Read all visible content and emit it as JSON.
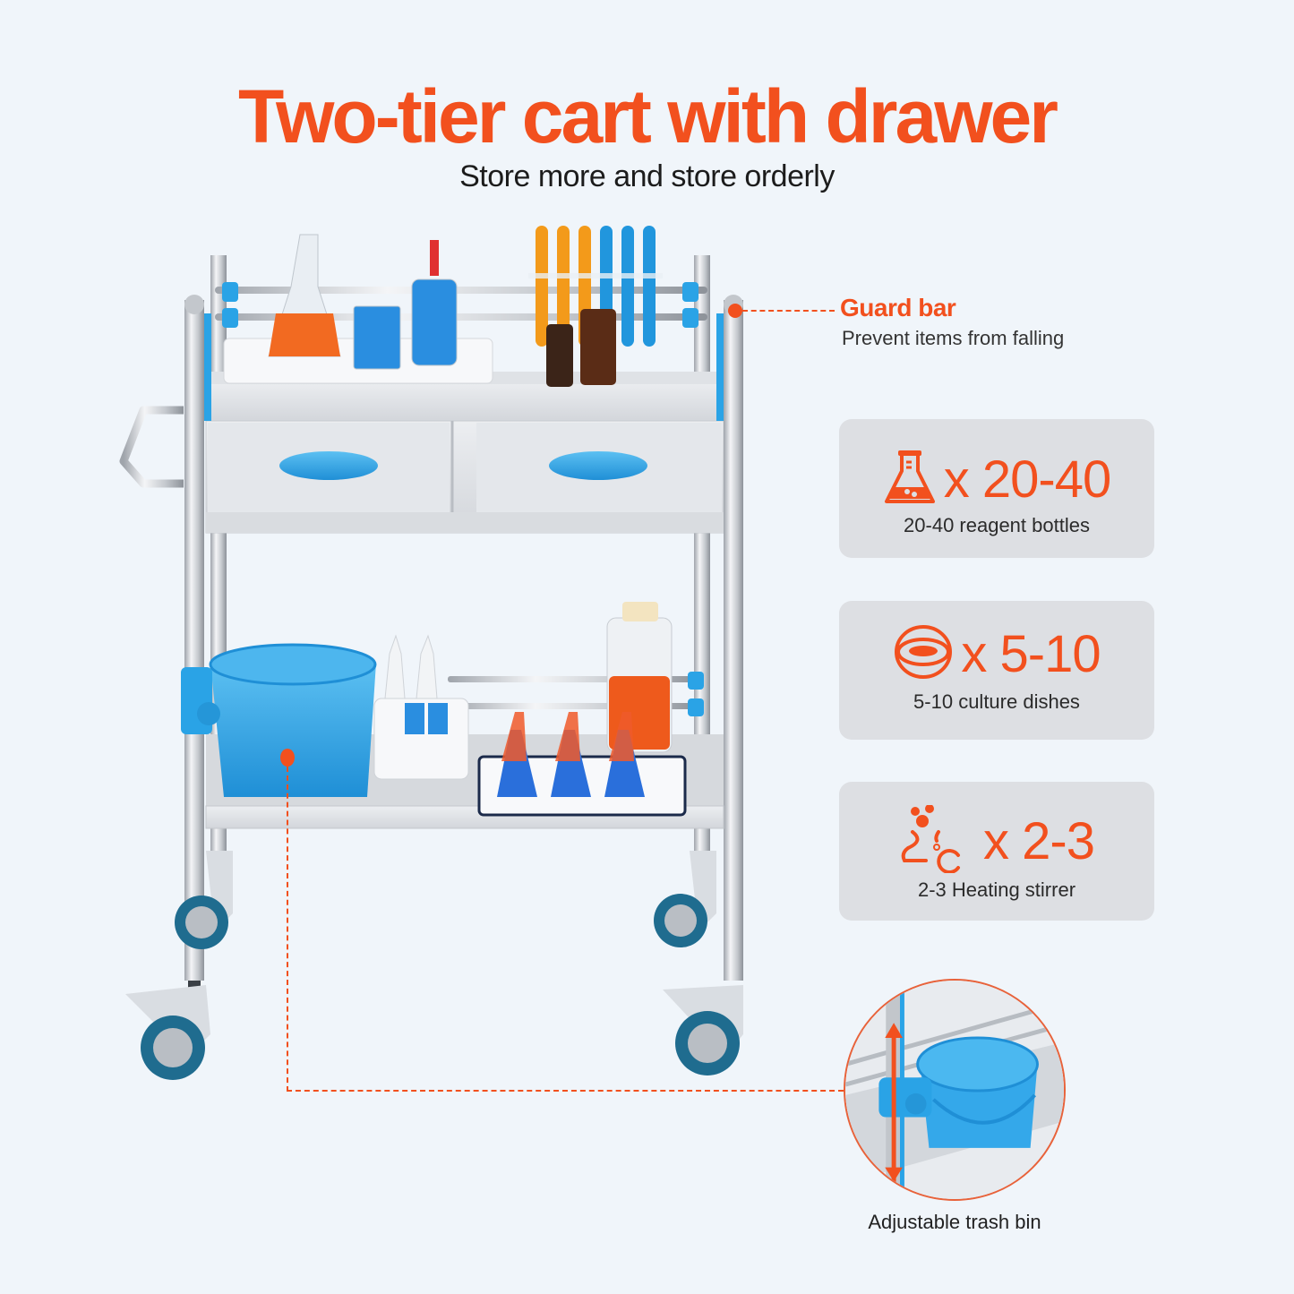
{
  "header": {
    "title": "Two-tier cart with drawer",
    "subtitle": "Store more and store orderly"
  },
  "callouts": {
    "guard_bar": {
      "title": "Guard bar",
      "description": "Prevent items from falling"
    },
    "trash_bin": {
      "label": "Adjustable trash bin"
    }
  },
  "capacity_cards": [
    {
      "icon": "flask-icon",
      "quantity": "x 20-40",
      "description": "20-40 reagent bottles"
    },
    {
      "icon": "culture-dish-icon",
      "quantity": "x 5-10",
      "description": "5-10 culture dishes"
    },
    {
      "icon": "heating-stirrer-icon",
      "quantity": "x 2-3",
      "description": "2-3 Heating stirrer"
    }
  ],
  "colors": {
    "accent": "#f2501e",
    "background": "#f0f5fa",
    "card_bg": "#dddfe3",
    "cart_blue": "#2aa3e6",
    "steel": "#c9ccd1"
  }
}
